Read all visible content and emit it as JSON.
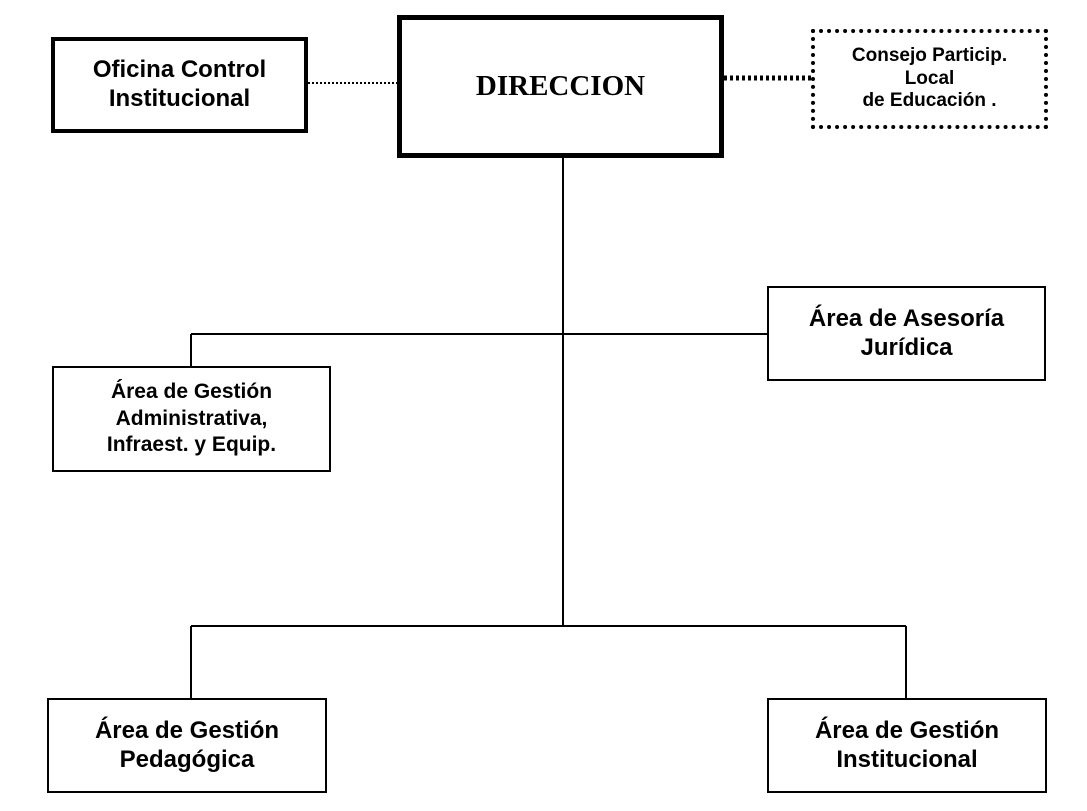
{
  "org_chart": {
    "direccion": {
      "lines": [
        "DIRECCION"
      ]
    },
    "oficina_control": {
      "lines": [
        "Oficina Control",
        "Institucional"
      ]
    },
    "consejo": {
      "lines": [
        "Consejo Particip.",
        "Local",
        "de Educación ."
      ]
    },
    "asesoria_juridica": {
      "lines": [
        "Área de Asesoría",
        "Jurídica"
      ]
    },
    "gestion_administrativa": {
      "lines": [
        "Área de Gestión",
        "Administrativa,",
        "Infraest. y Equip."
      ]
    },
    "gestion_pedagogica": {
      "lines": [
        "Área de Gestión",
        "Pedagógica"
      ]
    },
    "gestion_institucional": {
      "lines": [
        "Área de Gestión",
        "Institucional"
      ]
    }
  },
  "colors": {
    "line": "#000000",
    "background": "#ffffff"
  }
}
